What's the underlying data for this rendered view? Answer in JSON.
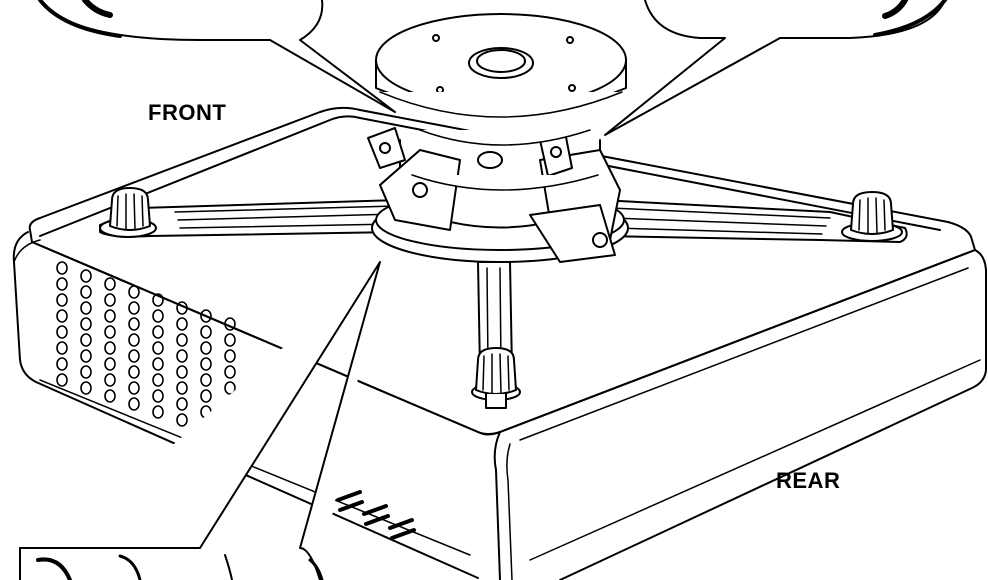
{
  "labels": {
    "front": "FRONT",
    "rear": "REAR"
  },
  "colors": {
    "line": "#000000",
    "background": "#ffffff"
  },
  "vents": {
    "columns": 8,
    "rows": 8
  },
  "icons": [
    "knob-icon",
    "mount-plate-icon",
    "callout-pointer-icon"
  ]
}
